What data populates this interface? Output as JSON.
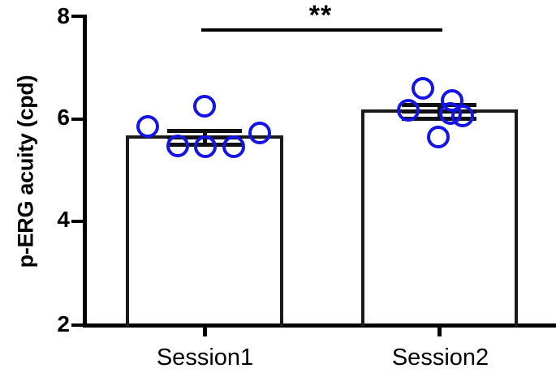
{
  "chart_data": {
    "type": "bar",
    "title": "",
    "xlabel": "",
    "ylabel": "p-ERG acuity (cpd)",
    "categories": [
      "Session1",
      "Session2"
    ],
    "values": [
      5.72,
      6.17
    ],
    "errors": [
      0.14,
      0.14
    ],
    "error_type": "SEM",
    "ylim": [
      2,
      8
    ],
    "yticks": [
      2,
      4,
      6,
      8
    ],
    "ytick_labels": [
      "2",
      "4",
      "6",
      "8"
    ],
    "grid": false,
    "legend": null,
    "bar_facecolor": "#ffffff",
    "bar_edgecolor": "#1a1a1a",
    "point_color": "#1414e6",
    "annotations": [
      {
        "text": "**",
        "between": [
          "Session1",
          "Session2"
        ],
        "meaning": "p < 0.01"
      }
    ],
    "series": [
      {
        "name": "Session1 individual points",
        "marker": "open-circle",
        "color": "#1414e6",
        "values": [
          5.87,
          5.49,
          6.3,
          5.47,
          5.47,
          5.73
        ]
      },
      {
        "name": "Session2 individual points",
        "marker": "open-circle",
        "color": "#1414e6",
        "values": [
          6.61,
          6.18,
          6.35,
          6.05,
          5.67,
          6.12
        ]
      }
    ]
  },
  "axis": {
    "y_title": "p-ERG acuity (cpd)",
    "tick_8": "8",
    "tick_6": "6",
    "tick_4": "4",
    "tick_2": "2",
    "x_cat_1": "Session1",
    "x_cat_2": "Session2"
  },
  "significance": {
    "stars": "**"
  }
}
